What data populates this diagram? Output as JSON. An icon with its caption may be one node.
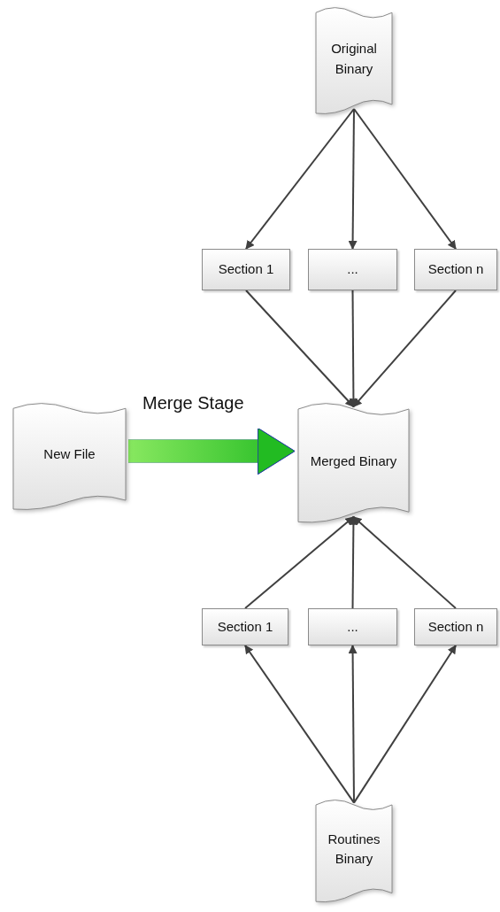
{
  "diagram": {
    "nodes": [
      {
        "text": [
          "Original Binary"
        ]
      },
      {
        "text": [
          "Section 1"
        ]
      },
      {
        "text": [
          "..."
        ]
      },
      {
        "text": [
          "Section n"
        ]
      },
      {
        "text": [
          "New File"
        ]
      },
      {
        "text": [
          "Merged Binary"
        ]
      },
      {
        "text": [
          "Section 1"
        ]
      },
      {
        "text": [
          "..."
        ]
      },
      {
        "text": [
          "Section n"
        ]
      },
      {
        "text": [
          "Routines Binary"
        ]
      }
    ],
    "edges": [
      {
        "from": 0,
        "to": 1,
        "arrow": "to"
      },
      {
        "from": 0,
        "to": 2,
        "arrow": "to"
      },
      {
        "from": 0,
        "to": 3,
        "arrow": "to"
      },
      {
        "from": 1,
        "to": 5,
        "arrow": "to"
      },
      {
        "from": 2,
        "to": 5,
        "arrow": "to"
      },
      {
        "from": 3,
        "to": 5,
        "arrow": "to"
      },
      {
        "from": 4,
        "to": 5,
        "arrow": "to",
        "label": "Merge Stage",
        "style": "thick",
        "color": "#22bb22"
      },
      {
        "from": 6,
        "to": 5,
        "arrow": "to"
      },
      {
        "from": 7,
        "to": 5,
        "arrow": "to"
      },
      {
        "from": 8,
        "to": 5,
        "arrow": "to"
      },
      {
        "from": 9,
        "to": 6,
        "arrow": "to"
      },
      {
        "from": 9,
        "to": 7,
        "arrow": "to"
      },
      {
        "from": 9,
        "to": 8,
        "arrow": "to"
      }
    ]
  }
}
